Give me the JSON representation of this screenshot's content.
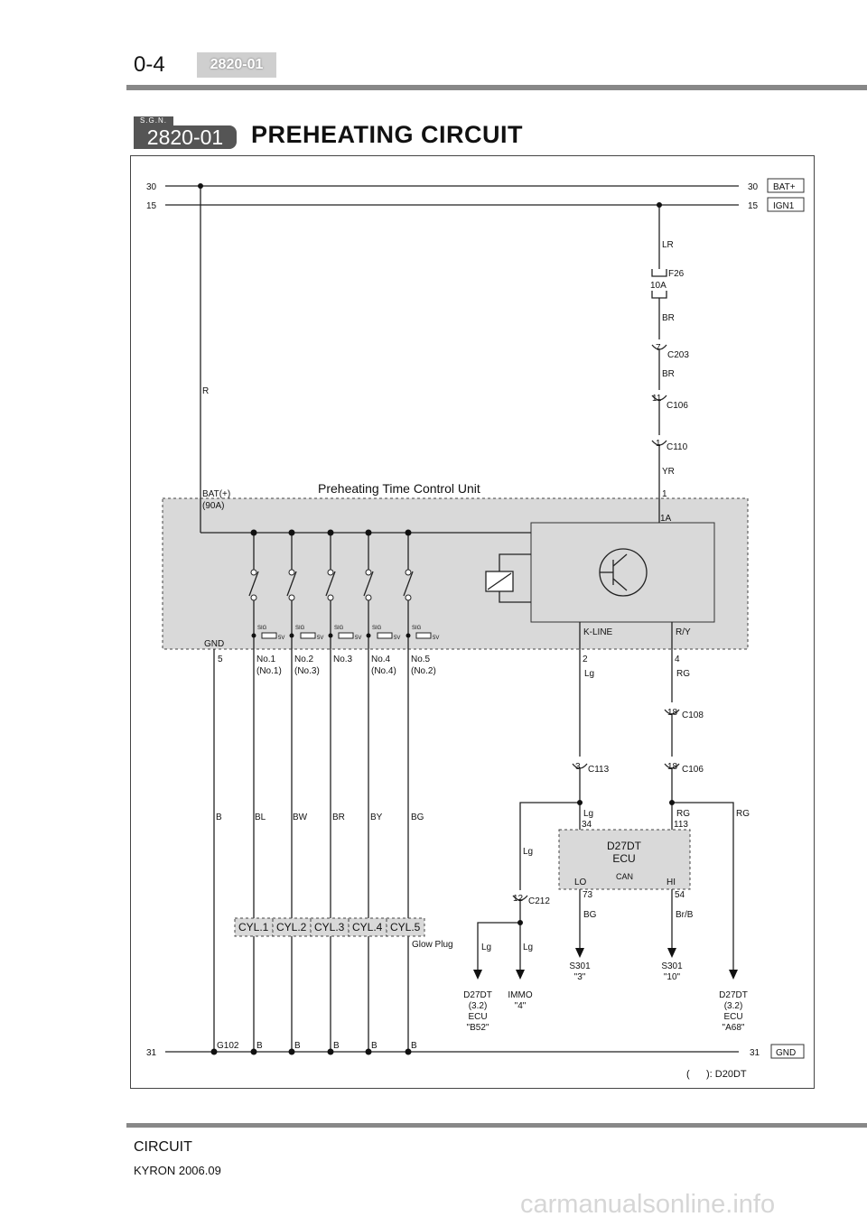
{
  "header": {
    "page_number": "0-4",
    "section_tab": "2820-01"
  },
  "section": {
    "badge": "S.G.N.",
    "code": "2820-01",
    "title": "PREHEATING CIRCUIT"
  },
  "diagram": {
    "buses": {
      "b30_left": "30",
      "b30_right": "30",
      "b30_tag": "BAT+",
      "b15_left": "15",
      "b15_right": "15",
      "b15_tag": "IGN1",
      "b31_left": "31",
      "b31_right": "31",
      "b31_tag": "GND"
    },
    "supply": {
      "w_lr": "LR",
      "fuse": "F26",
      "fuse_rating": "10A",
      "w_br1": "BR",
      "c203_pin": "7",
      "c203": "C203",
      "w_br2": "BR",
      "c106_pin": "11",
      "c106": "C106",
      "c110_pin": "1",
      "c110": "C110",
      "w_yr": "YR",
      "pin_1": "1",
      "pin_1a": "1A",
      "w_r": "R"
    },
    "unit": {
      "title": "Preheating Time Control Unit",
      "bat1": "BAT(+)",
      "bat2": "(90A)",
      "gnd": "GND",
      "k_line": "K-LINE",
      "ry": "R/Y",
      "sig": "SIG",
      "v5": "5V"
    },
    "pins": {
      "p5": "5",
      "no1": "No.1",
      "no1b": "(No.1)",
      "no2": "No.2",
      "no2b": "(No.3)",
      "no3": "No.3",
      "no4": "No.4",
      "no4b": "(No.4)",
      "no5": "No.5",
      "no5b": "(No.2)",
      "p2": "2",
      "p4": "4",
      "w_lg": "Lg",
      "w_rg": "RG"
    },
    "conn": {
      "c108_pin": "18",
      "c108": "C108",
      "c113_pin": "3",
      "c113": "C113",
      "c106b_pin": "18",
      "c106b": "C106",
      "c212_pin": "12",
      "c212": "C212"
    },
    "wires": {
      "b": "B",
      "bl": "BL",
      "bw": "BW",
      "br": "BR",
      "by": "BY",
      "bg": "BG",
      "lg34": "Lg",
      "p34": "34",
      "rg113": "RG",
      "p113": "113",
      "rg_right": "RG",
      "lg_side": "Lg",
      "lg_a": "Lg",
      "lg_b": "Lg",
      "bg_lo": "BG",
      "brb_hi": "Br/B",
      "g102": "G102",
      "gb1": "B",
      "gb2": "B",
      "gb3": "B",
      "gb4": "B",
      "gb5": "B"
    },
    "ecu": {
      "name1": "D27DT",
      "name2": "ECU",
      "lo": "LO",
      "can": "CAN",
      "hi": "HI",
      "p73": "73",
      "p54": "54"
    },
    "cylinders": [
      "CYL.1",
      "CYL.2",
      "CYL.3",
      "CYL.4",
      "CYL.5"
    ],
    "glow_plug": "Glow Plug",
    "targets": {
      "b52": [
        "D27DT",
        "(3.2)",
        "ECU",
        "\"B52\""
      ],
      "immo": [
        "IMMO",
        "\"4\""
      ],
      "s301a": [
        "S301",
        "\"3\""
      ],
      "s301b": [
        "S301",
        "\"10\""
      ],
      "a68": [
        "D27DT",
        "(3.2)",
        "ECU",
        "\"A68\""
      ]
    },
    "note": "(      ): D20DT"
  },
  "footer": {
    "title": "CIRCUIT",
    "model": "KYRON 2006.09"
  },
  "watermark": "carmanualsonline.info"
}
